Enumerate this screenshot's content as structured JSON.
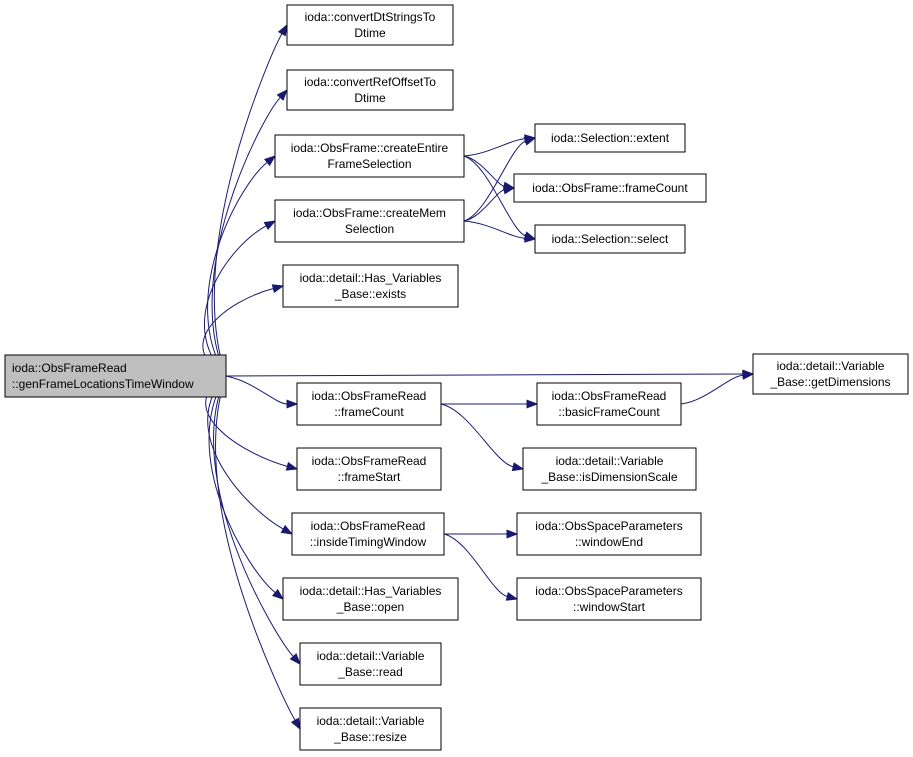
{
  "colors": {
    "edge": "#191970",
    "root_fill": "#bfbfbf",
    "node_fill": "#ffffff",
    "border": "#000000"
  },
  "nodes": [
    {
      "id": "root",
      "lines": [
        "ioda::ObsFrameRead",
        "::genFrameLocationsTimeWindow"
      ],
      "root": true
    },
    {
      "id": "convertDt",
      "lines": [
        "ioda::convertDtStringsTo",
        "Dtime"
      ]
    },
    {
      "id": "convertRef",
      "lines": [
        "ioda::convertRefOffsetTo",
        "Dtime"
      ]
    },
    {
      "id": "createEntire",
      "lines": [
        "ioda::ObsFrame::createEntire",
        "FrameSelection"
      ]
    },
    {
      "id": "createMem",
      "lines": [
        "ioda::ObsFrame::createMem",
        "Selection"
      ]
    },
    {
      "id": "extent",
      "lines": [
        "ioda::Selection::extent"
      ]
    },
    {
      "id": "obsFrameCount",
      "lines": [
        "ioda::ObsFrame::frameCount"
      ]
    },
    {
      "id": "select",
      "lines": [
        "ioda::Selection::select"
      ]
    },
    {
      "id": "exists",
      "lines": [
        "ioda::detail::Has_Variables",
        "_Base::exists"
      ]
    },
    {
      "id": "getDims",
      "lines": [
        "ioda::detail::Variable",
        "_Base::getDimensions"
      ]
    },
    {
      "id": "frameCount",
      "lines": [
        "ioda::ObsFrameRead",
        "::frameCount"
      ]
    },
    {
      "id": "basicFrameCount",
      "lines": [
        "ioda::ObsFrameRead",
        "::basicFrameCount"
      ]
    },
    {
      "id": "isDimScale",
      "lines": [
        "ioda::detail::Variable",
        "_Base::isDimensionScale"
      ]
    },
    {
      "id": "frameStart",
      "lines": [
        "ioda::ObsFrameRead",
        "::frameStart"
      ]
    },
    {
      "id": "insideTiming",
      "lines": [
        "ioda::ObsFrameRead",
        "::insideTimingWindow"
      ]
    },
    {
      "id": "windowEnd",
      "lines": [
        "ioda::ObsSpaceParameters",
        "::windowEnd"
      ]
    },
    {
      "id": "windowStart",
      "lines": [
        "ioda::ObsSpaceParameters",
        "::windowStart"
      ]
    },
    {
      "id": "open",
      "lines": [
        "ioda::detail::Has_Variables",
        "_Base::open"
      ]
    },
    {
      "id": "read",
      "lines": [
        "ioda::detail::Variable",
        "_Base::read"
      ]
    },
    {
      "id": "resize",
      "lines": [
        "ioda::detail::Variable",
        "_Base::resize"
      ]
    }
  ],
  "edges": [
    [
      "root",
      "convertDt"
    ],
    [
      "root",
      "convertRef"
    ],
    [
      "root",
      "createEntire"
    ],
    [
      "root",
      "createMem"
    ],
    [
      "root",
      "exists"
    ],
    [
      "root",
      "getDims"
    ],
    [
      "root",
      "frameCount"
    ],
    [
      "root",
      "frameStart"
    ],
    [
      "root",
      "insideTiming"
    ],
    [
      "root",
      "open"
    ],
    [
      "root",
      "read"
    ],
    [
      "root",
      "resize"
    ],
    [
      "createEntire",
      "extent"
    ],
    [
      "createEntire",
      "obsFrameCount"
    ],
    [
      "createEntire",
      "select"
    ],
    [
      "createMem",
      "extent"
    ],
    [
      "createMem",
      "obsFrameCount"
    ],
    [
      "createMem",
      "select"
    ],
    [
      "frameCount",
      "basicFrameCount"
    ],
    [
      "frameCount",
      "isDimScale"
    ],
    [
      "basicFrameCount",
      "getDims"
    ],
    [
      "insideTiming",
      "windowEnd"
    ],
    [
      "insideTiming",
      "windowStart"
    ]
  ]
}
